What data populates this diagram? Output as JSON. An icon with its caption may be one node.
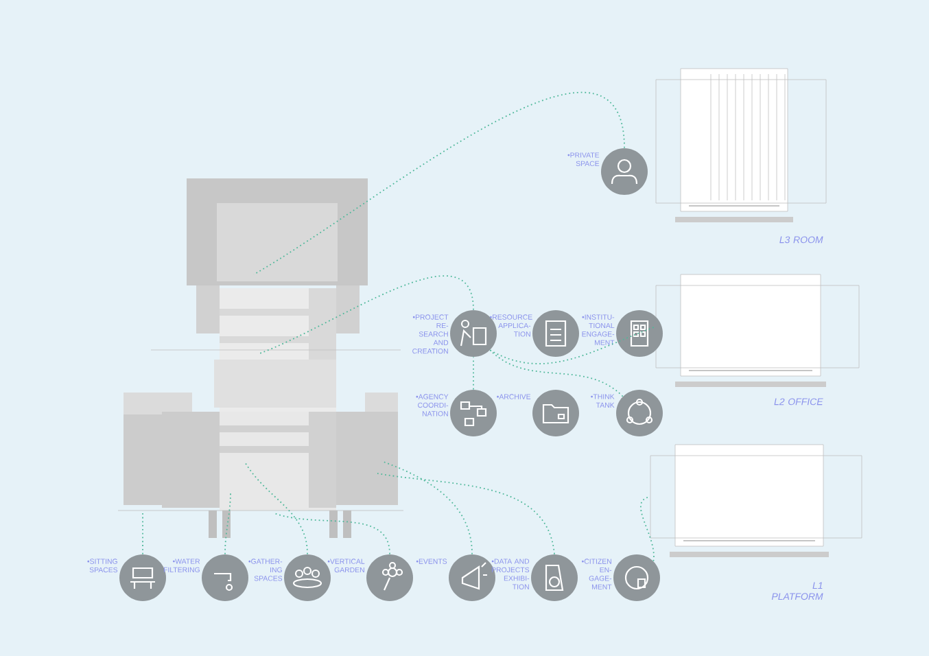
{
  "diagram": {
    "nodes": [
      {
        "text": [],
        "shape": "picture"
      },
      {
        "text": [],
        "shape": "picture",
        "beside": [
          "L3 ROOM"
        ]
      },
      {
        "text": [],
        "shape": "picture",
        "beside": [
          "L2 OFFICE"
        ]
      },
      {
        "text": [],
        "shape": "picture",
        "beside": [
          "L1 PLATFORM"
        ]
      },
      {
        "text": [
          "•PRIVATE SPACE"
        ]
      },
      {
        "text": [
          "•PROJECT RE- SEARCH AND CREATION"
        ]
      },
      {
        "text": [
          "•RESOURCE APPLICA- TION"
        ]
      },
      {
        "text": [
          "•INSTITU- TIONAL ENGAGE- MENT"
        ]
      },
      {
        "text": [
          "•AGENCY COORDI- NATION"
        ]
      },
      {
        "text": [
          "•ARCHIVE"
        ]
      },
      {
        "text": [
          "•THINK TANK"
        ]
      },
      {
        "text": [
          "•SITTING SPACES"
        ]
      },
      {
        "text": [
          "•WATER FILTERING"
        ]
      },
      {
        "text": [
          "•GATHER- ING SPACES"
        ]
      },
      {
        "text": [
          "•VERTICAL GARDEN"
        ]
      },
      {
        "text": [
          "•EVENTS"
        ]
      },
      {
        "text": [
          "•DATA AND PROJECTS EXHIBI- TION"
        ]
      },
      {
        "text": [
          "•CITIZEN EN- GAGE- MENT"
        ]
      }
    ],
    "edges": [
      {
        "from": 4,
        "to": 0,
        "arrow": "none"
      },
      {
        "from": 5,
        "to": 0,
        "arrow": "none"
      },
      {
        "from": 8,
        "to": 5,
        "arrow": "none"
      },
      {
        "from": 10,
        "to": 5,
        "arrow": "none"
      },
      {
        "from": 5,
        "to": 2,
        "arrow": "none"
      },
      {
        "from": 11,
        "to": 0,
        "arrow": "none"
      },
      {
        "from": 12,
        "to": 0,
        "arrow": "none"
      },
      {
        "from": 13,
        "to": 0,
        "arrow": "none"
      },
      {
        "from": 14,
        "to": 0,
        "arrow": "none"
      },
      {
        "from": 15,
        "to": 0,
        "arrow": "none"
      },
      {
        "from": 16,
        "to": 0,
        "arrow": "none"
      },
      {
        "from": 17,
        "to": 3,
        "arrow": "none"
      }
    ]
  }
}
